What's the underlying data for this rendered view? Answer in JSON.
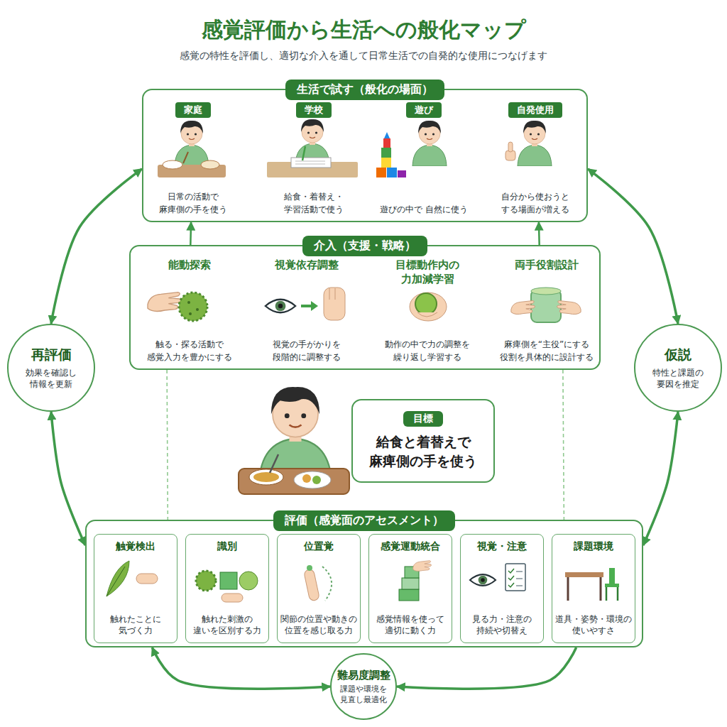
{
  "diagram": {
    "title": "感覚評価から生活への般化マップ",
    "nodes": [
      {
        "text": [
          "生活で試す（般化の場面）"
        ]
      },
      {
        "text": [
          "家庭",
          "日常の活動で 麻痺側の手を使う"
        ],
        "in": 0
      },
      {
        "text": [
          "学校",
          "給食・着替え・ 学習活動で使う"
        ],
        "in": 0
      },
      {
        "text": [
          "遊び",
          "遊びの中で 自然に使う"
        ],
        "in": 0
      },
      {
        "text": [
          "自発使用",
          "自分から使おうと する場面が増える"
        ],
        "in": 0
      },
      {
        "text": [
          "介入（支援・戦略）"
        ]
      },
      {
        "text": [
          "能動探索",
          "触る・探る活動で 感覚入力を豊かにする"
        ],
        "in": 5
      },
      {
        "text": [
          "視覚依存調整",
          "視覚の手がかりを 段階的に調整する"
        ],
        "in": 5
      },
      {
        "text": [
          "目標動作内の 力加減学習",
          "動作の中で力の調整を 繰り返し学習する"
        ],
        "in": 5
      },
      {
        "text": [
          "両手役割設計",
          "麻痺側を“主役”にする 役割を具体的に設計する"
        ],
        "in": 5
      },
      {
        "text": [
          "再評価",
          "効果を確認し 情報を更新"
        ]
      },
      {
        "text": [
          "仮説",
          "特性と課題の 要因を推定"
        ]
      },
      {
        "text": [
          "目標",
          "給食と着替えで 麻痺側の手を使う"
        ]
      },
      {
        "text": [
          "評価（感覚面のアセスメント）"
        ]
      },
      {
        "text": [
          "触覚検出",
          "触れたことに 気づく力"
        ],
        "in": 13
      },
      {
        "text": [
          "識別",
          "触れた刺激の 違いを区別する力"
        ],
        "in": 13
      },
      {
        "text": [
          "位置覚",
          "関節の位置や動きの 位置を感じ取る力"
        ],
        "in": 13
      },
      {
        "text": [
          "感覚運動統合",
          "感覚情報を使って 適切に動く力"
        ],
        "in": 13
      },
      {
        "text": [
          "視覚・注意",
          "見る力・注意の 持続や切替え"
        ],
        "in": 13
      },
      {
        "text": [
          "課題環境",
          "道具・姿勢・環境の 使いやすさ"
        ],
        "in": 13
      },
      {
        "text": [
          "難易度調整",
          "課題や環境を 見直し最適化"
        ]
      }
    ],
    "edges": [
      {
        "from": 10,
        "to": 0,
        "arrow": "both"
      },
      {
        "from": 10,
        "to": 13,
        "arrow": "both"
      },
      {
        "from": 11,
        "to": 0,
        "arrow": "both"
      },
      {
        "from": 11,
        "to": 13,
        "arrow": "both"
      },
      {
        "from": 13,
        "to": 20,
        "arrow": "both"
      },
      {
        "from": 13,
        "to": 20,
        "arrow": "to"
      },
      {
        "from": 5,
        "to": 0,
        "arrow": "to"
      },
      {
        "from": 5,
        "to": 0,
        "arrow": "to"
      },
      {
        "from": 5,
        "to": 13,
        "arrow": "none"
      },
      {
        "from": 5,
        "to": 13,
        "arrow": "none"
      }
    ],
    "labels": [
      "感覚の特性を評価し、適切な介入を通して日常生活での自発的な使用につなげます"
    ]
  }
}
